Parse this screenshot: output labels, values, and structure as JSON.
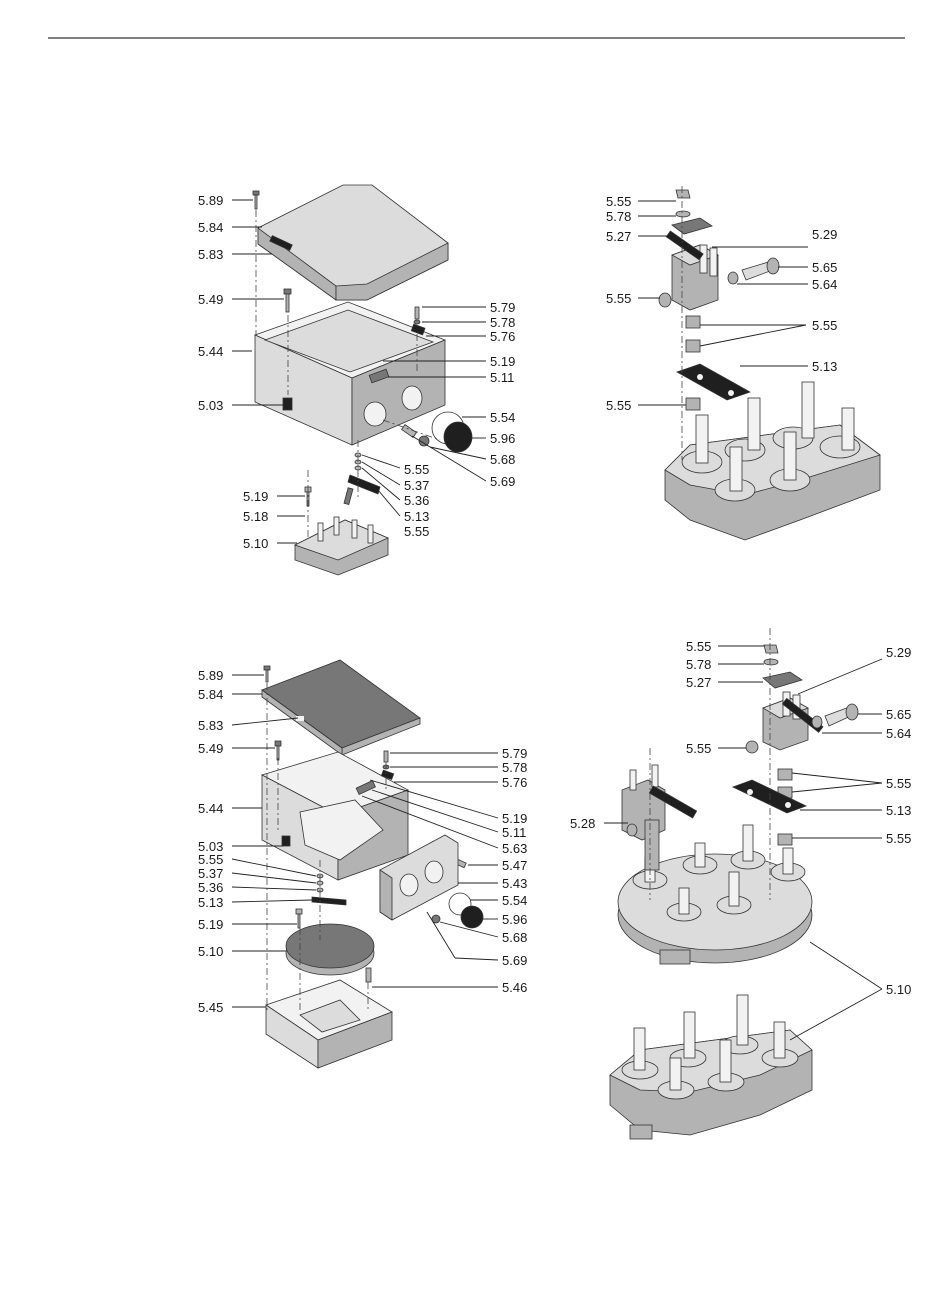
{
  "callouts": {
    "top_left": [
      "5.89",
      "5.84",
      "5.83",
      "5.49",
      "5.44",
      "5.03",
      "5.19",
      "5.18",
      "5.10",
      "5.79",
      "5.78",
      "5.76",
      "5.19",
      "5.11",
      "5.54",
      "5.96",
      "5.68",
      "5.69",
      "5.55",
      "5.37",
      "5.36",
      "5.13",
      "5.55"
    ],
    "top_right": [
      "5.55",
      "5.78",
      "5.27",
      "5.55",
      "5.55",
      "5.29",
      "5.65",
      "5.64",
      "5.55",
      "5.13"
    ],
    "bottom_left": [
      "5.89",
      "5.84",
      "5.83",
      "5.49",
      "5.44",
      "5.03",
      "5.55",
      "5.37",
      "5.36",
      "5.13",
      "5.19",
      "5.10",
      "5.45",
      "5.79",
      "5.78",
      "5.76",
      "5.19",
      "5.11",
      "5.63",
      "5.47",
      "5.43",
      "5.54",
      "5.96",
      "5.68",
      "5.69",
      "5.46"
    ],
    "bottom_right": [
      "5.55",
      "5.78",
      "5.27",
      "5.55",
      "5.28",
      "5.29",
      "5.65",
      "5.64",
      "5.55",
      "5.13",
      "5.55",
      "5.10"
    ]
  }
}
